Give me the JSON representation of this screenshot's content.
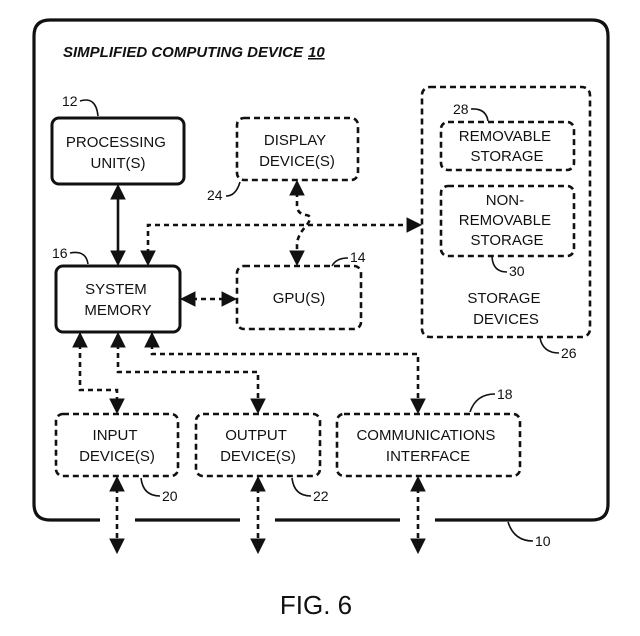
{
  "diagram": {
    "title": "SIMPLIFIED COMPUTING DEVICE",
    "title_ref": "10",
    "nodes": {
      "processing_unit": {
        "lines": [
          "PROCESSING",
          "UNIT(S)"
        ],
        "ref": "12"
      },
      "display_device": {
        "lines": [
          "DISPLAY",
          "DEVICE(S)"
        ],
        "ref": "24"
      },
      "system_memory": {
        "lines": [
          "SYSTEM",
          "MEMORY"
        ],
        "ref": "16"
      },
      "gpu": {
        "lines": [
          "GPU(S)"
        ],
        "ref": "14"
      },
      "storage_devices": {
        "lines": [
          "STORAGE",
          "DEVICES"
        ],
        "ref": "26"
      },
      "removable_storage": {
        "lines": [
          "REMOVABLE",
          "STORAGE"
        ],
        "ref": "28"
      },
      "non_removable_storage": {
        "lines": [
          "NON-",
          "REMOVABLE",
          "STORAGE"
        ],
        "ref": "30"
      },
      "input_device": {
        "lines": [
          "INPUT",
          "DEVICE(S)"
        ],
        "ref": "20"
      },
      "output_device": {
        "lines": [
          "OUTPUT",
          "DEVICE(S)"
        ],
        "ref": "22"
      },
      "communications_interface": {
        "lines": [
          "COMMUNICATIONS",
          "INTERFACE"
        ],
        "ref": "18"
      }
    },
    "device_ref": "10",
    "figure_label": "FIG. 6"
  }
}
